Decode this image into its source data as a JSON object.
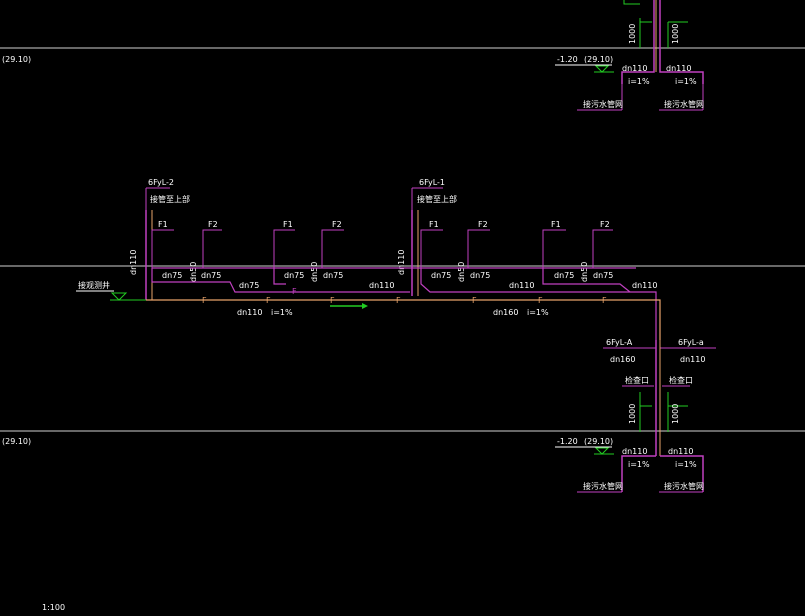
{
  "colors": {
    "background": "#000000",
    "gridline": "#cfcfcf",
    "pipe": "#c040c0",
    "drain": "#e8a36a",
    "text": "#ffffff",
    "green": "#22cc22"
  },
  "labels": {
    "level_top_left": "(29.10)",
    "level_mid_left": "(29.10)",
    "pipe_6fyl2": "6FyL-2",
    "pipe_6fyl1": "6FyL-1",
    "pipe_6fyla": "6FyL-A",
    "pipe_6fyla2": "6FyL-a",
    "connect_upper_left": "接管至上部",
    "connect_upper_right": "接管至上部",
    "equip_left": "接观测井",
    "f1": "F1",
    "f2": "F2",
    "dn75": "dn75",
    "dn50": "dn50",
    "dn110": "dn110",
    "dn160": "dn160",
    "slope": "i=1%",
    "elev_neg120": "-1.20",
    "elev_2910": "(29.10)",
    "sewer_main": "接污水管网",
    "inspection": "检查口",
    "dim_1000": "1000",
    "scale": "1:100",
    "fitting_F": "F"
  }
}
